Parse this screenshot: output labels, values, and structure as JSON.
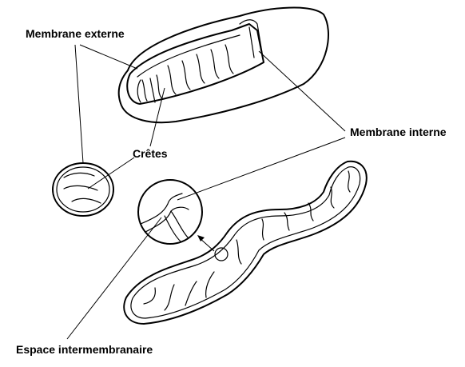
{
  "labels": {
    "outer_membrane": "Membrane externe",
    "cristae": "Crêtes",
    "inner_membrane": "Membrane interne",
    "intermembrane_space": "Espace intermembranaire"
  }
}
